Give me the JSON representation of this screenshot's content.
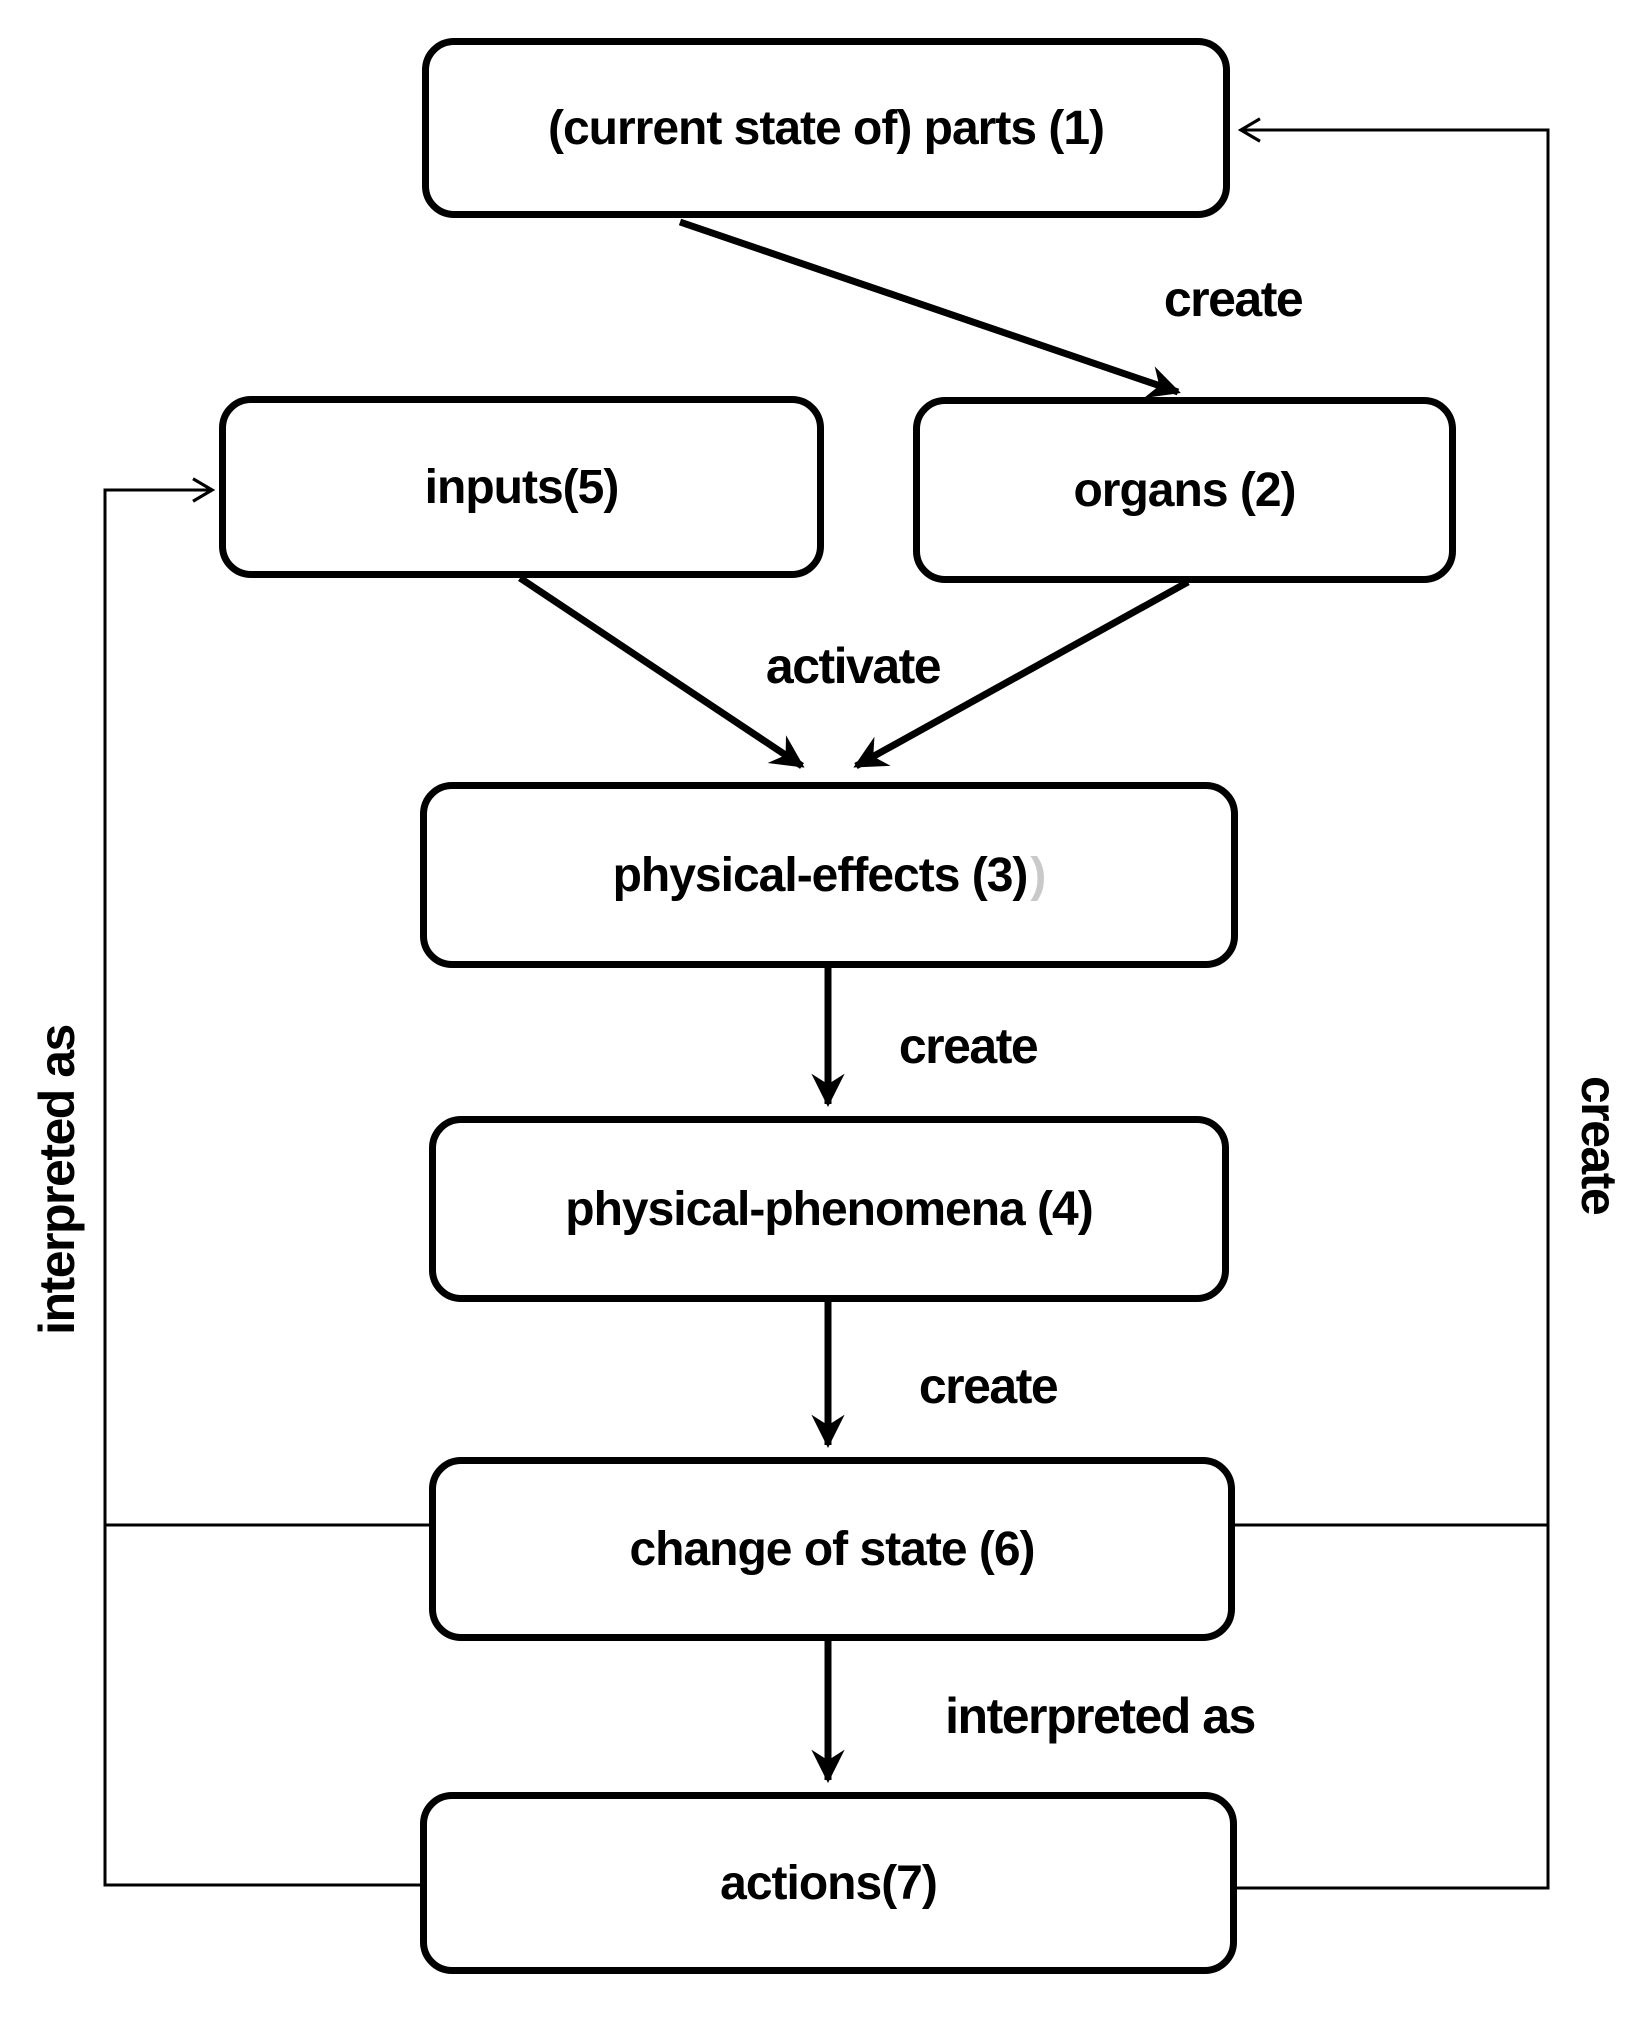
{
  "diagram": {
    "nodes": {
      "parts": "(current state of) parts (1)",
      "inputs": "inputs(5)",
      "organs": "organs (2)",
      "physical_effects": "physical-effects (3)",
      "physical_effects_ghost": ")",
      "physical_phenomena": "physical-phenomena (4)",
      "change_of_state": "change of state (6)",
      "actions": "actions(7)"
    },
    "edge_labels": {
      "parts_to_organs": "create",
      "inputs_organs_to_effects": "activate",
      "effects_to_phenomena": "create",
      "phenomena_to_change": "create",
      "change_to_actions": "interpreted as",
      "feedback_to_inputs": "interpreted as",
      "feedback_to_parts": "create"
    },
    "colors": {
      "line": "#000000",
      "ghost_text": "#c9c9c9",
      "background": "#ffffff"
    }
  }
}
